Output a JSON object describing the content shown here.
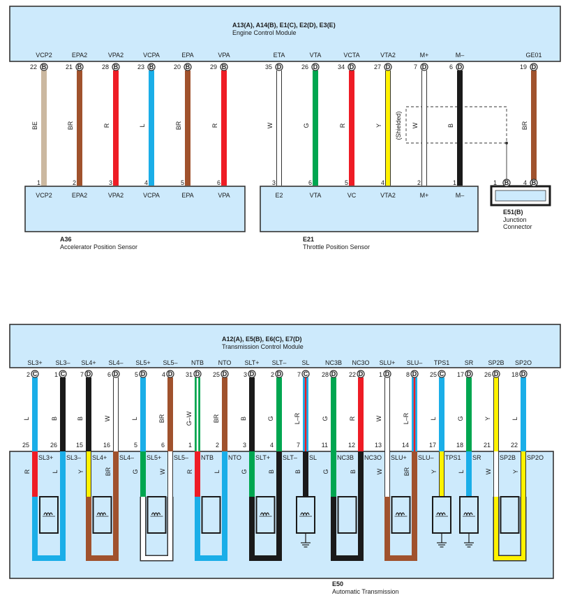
{
  "colors": {
    "BE": "#cbb8a0",
    "BR": "#a0522d",
    "R": "#ee1c25",
    "L": "#1aaee8",
    "W": "#ffffff",
    "G": "#00a650",
    "Y": "#fff200",
    "B": "#1a1a1a",
    "box": "#cdeafc"
  },
  "ecm": {
    "codes": "A13(A), A14(B), E1(C), E2(D), E3(E)",
    "name": "Engine Control Module"
  },
  "tcm": {
    "codes": "A12(A), E5(B), E6(C), E7(D)",
    "name": "Transmission Control Module"
  },
  "a36": {
    "code": "A36",
    "name": "Accelerator Position Sensor"
  },
  "e21": {
    "code": "E21",
    "name": "Throttle Position Sensor"
  },
  "e51": {
    "code": "E51(B)",
    "name_line1": "Junction",
    "name_line2": "Connector"
  },
  "e50": {
    "code": "E50",
    "name": "Automatic Transmission"
  },
  "shielded_label": "(Shielded)",
  "top_wires": [
    {
      "id": "vcp2",
      "top_label": "VCP2",
      "top_pin": "22",
      "top_conn": "B",
      "color": "BE",
      "bottom_pin": "1",
      "bottom_label": "VCP2"
    },
    {
      "id": "epa2",
      "top_label": "EPA2",
      "top_pin": "21",
      "top_conn": "B",
      "color": "BR",
      "bottom_pin": "2",
      "bottom_label": "EPA2"
    },
    {
      "id": "vpa2",
      "top_label": "VPA2",
      "top_pin": "28",
      "top_conn": "B",
      "color": "R",
      "bottom_pin": "3",
      "bottom_label": "VPA2"
    },
    {
      "id": "vcpa",
      "top_label": "VCPA",
      "top_pin": "23",
      "top_conn": "B",
      "color": "L",
      "bottom_pin": "4",
      "bottom_label": "VCPA"
    },
    {
      "id": "epa",
      "top_label": "EPA",
      "top_pin": "20",
      "top_conn": "B",
      "color": "BR",
      "bottom_pin": "5",
      "bottom_label": "EPA"
    },
    {
      "id": "vpa",
      "top_label": "VPA",
      "top_pin": "29",
      "top_conn": "B",
      "color": "R",
      "bottom_pin": "6",
      "bottom_label": "VPA"
    },
    {
      "id": "eta",
      "top_label": "ETA",
      "top_pin": "35",
      "top_conn": "D",
      "color": "W",
      "bottom_pin": "3",
      "bottom_label": "E2"
    },
    {
      "id": "vta",
      "top_label": "VTA",
      "top_pin": "26",
      "top_conn": "D",
      "color": "G",
      "bottom_pin": "6",
      "bottom_label": "VTA"
    },
    {
      "id": "vcta",
      "top_label": "VCTA",
      "top_pin": "34",
      "top_conn": "D",
      "color": "R",
      "bottom_pin": "5",
      "bottom_label": "VC"
    },
    {
      "id": "vta2",
      "top_label": "VTA2",
      "top_pin": "27",
      "top_conn": "D",
      "color": "Y",
      "bottom_pin": "4",
      "bottom_label": "VTA2"
    },
    {
      "id": "mplus",
      "top_label": "M+",
      "top_pin": "7",
      "top_conn": "D",
      "color": "W",
      "bottom_pin": "2",
      "bottom_label": "M+"
    },
    {
      "id": "mminus",
      "top_label": "M–",
      "top_pin": "6",
      "top_conn": "D",
      "color": "B",
      "bottom_pin": "1",
      "bottom_label": "M–"
    },
    {
      "id": "ge01",
      "top_label": "GE01",
      "top_pin": "19",
      "top_conn": "D",
      "color": "BR",
      "bottom_pin": "4",
      "bottom_label": ""
    }
  ],
  "junction_pin": {
    "pin": "1",
    "conn": "B"
  },
  "junction_pin2_conn": "B",
  "bottom_wires": [
    {
      "id": "sl3p",
      "tcm_label": "SL3+",
      "tcm_pin": "2",
      "tcm_conn": "C",
      "color": "L",
      "e50_pin": "25",
      "e50_label": "SL3+",
      "sol_color": "R"
    },
    {
      "id": "sl3m",
      "tcm_label": "SL3–",
      "tcm_pin": "1",
      "tcm_conn": "C",
      "color": "B",
      "e50_pin": "26",
      "e50_label": "SL3–",
      "sol_color": "L"
    },
    {
      "id": "sl4p",
      "tcm_label": "SL4+",
      "tcm_pin": "7",
      "tcm_conn": "D",
      "color": "B",
      "e50_pin": "15",
      "e50_label": "SL4+",
      "sol_color": "Y"
    },
    {
      "id": "sl4m",
      "tcm_label": "SL4–",
      "tcm_pin": "6",
      "tcm_conn": "D",
      "color": "W",
      "e50_pin": "16",
      "e50_label": "SL4–",
      "sol_color": "BR"
    },
    {
      "id": "sl5p",
      "tcm_label": "SL5+",
      "tcm_pin": "5",
      "tcm_conn": "D",
      "color": "L",
      "e50_pin": "5",
      "e50_label": "SL5+",
      "sol_color": "G"
    },
    {
      "id": "sl5m",
      "tcm_label": "SL5–",
      "tcm_pin": "4",
      "tcm_conn": "D",
      "color": "BR",
      "e50_pin": "6",
      "e50_label": "SL5–",
      "sol_color": "W"
    },
    {
      "id": "ntb",
      "tcm_label": "NTB",
      "tcm_pin": "31",
      "tcm_conn": "D",
      "color": "G–W",
      "e50_pin": "1",
      "e50_label": "NTB",
      "sol_color": "R"
    },
    {
      "id": "nto",
      "tcm_label": "NTO",
      "tcm_pin": "25",
      "tcm_conn": "D",
      "color": "BR",
      "e50_pin": "2",
      "e50_label": "NTO",
      "sol_color": "L"
    },
    {
      "id": "sltp",
      "tcm_label": "SLT+",
      "tcm_pin": "3",
      "tcm_conn": "D",
      "color": "B",
      "e50_pin": "3",
      "e50_label": "SLT+",
      "sol_color": "G"
    },
    {
      "id": "sltm",
      "tcm_label": "SLT–",
      "tcm_pin": "2",
      "tcm_conn": "D",
      "color": "G",
      "e50_pin": "4",
      "e50_label": "SLT–",
      "sol_color": "B"
    },
    {
      "id": "sl",
      "tcm_label": "SL",
      "tcm_pin": "7",
      "tcm_conn": "C",
      "color": "L–R",
      "e50_pin": "7",
      "e50_label": "SL",
      "sol_color": "B"
    },
    {
      "id": "nc3b",
      "tcm_label": "NC3B",
      "tcm_pin": "28",
      "tcm_conn": "D",
      "color": "G",
      "e50_pin": "11",
      "e50_label": "NC3B",
      "sol_color": "G"
    },
    {
      "id": "nc3o",
      "tcm_label": "NC3O",
      "tcm_pin": "22",
      "tcm_conn": "D",
      "color": "R",
      "e50_pin": "12",
      "e50_label": "NC3O",
      "sol_color": "B"
    },
    {
      "id": "slup",
      "tcm_label": "SLU+",
      "tcm_pin": "1",
      "tcm_conn": "D",
      "color": "W",
      "e50_pin": "13",
      "e50_label": "SLU+",
      "sol_color": "W"
    },
    {
      "id": "slum",
      "tcm_label": "SLU–",
      "tcm_pin": "8",
      "tcm_conn": "D",
      "color": "L–R",
      "e50_pin": "14",
      "e50_label": "SLU–",
      "sol_color": "BR"
    },
    {
      "id": "tps1",
      "tcm_label": "TPS1",
      "tcm_pin": "25",
      "tcm_conn": "C",
      "color": "L",
      "e50_pin": "17",
      "e50_label": "TPS1",
      "sol_color": "Y"
    },
    {
      "id": "sr",
      "tcm_label": "SR",
      "tcm_pin": "17",
      "tcm_conn": "D",
      "color": "G",
      "e50_pin": "18",
      "e50_label": "SR",
      "sol_color": "L"
    },
    {
      "id": "sp2b",
      "tcm_label": "SP2B",
      "tcm_pin": "26",
      "tcm_conn": "D",
      "color": "Y",
      "e50_pin": "21",
      "e50_label": "SP2B",
      "sol_color": "W"
    },
    {
      "id": "sp2o",
      "tcm_label": "SP2O",
      "tcm_pin": "18",
      "tcm_conn": "D",
      "color": "L",
      "e50_pin": "22",
      "e50_label": "SP2O",
      "sol_color": "Y"
    }
  ],
  "loops": [
    {
      "from": "sl3p",
      "to": "sl3m",
      "color": "L"
    },
    {
      "from": "sl4p",
      "to": "sl4m",
      "color": "BR"
    },
    {
      "from": "sl5p",
      "to": "sl5m",
      "color": "W"
    },
    {
      "from": "ntb",
      "to": "nto",
      "color": "L"
    },
    {
      "from": "sltp",
      "to": "sltm",
      "color": "B"
    },
    {
      "from": "nc3b",
      "to": "nc3o",
      "color": "B"
    },
    {
      "from": "slup",
      "to": "slum",
      "color": "BR"
    },
    {
      "from": "sp2b",
      "to": "sp2o",
      "color": "Y"
    }
  ],
  "components": [
    {
      "id": "sl3",
      "kind": "coil",
      "left": "sl3p"
    },
    {
      "id": "sl4",
      "kind": "coil",
      "left": "sl4p"
    },
    {
      "id": "sl5",
      "kind": "coil",
      "left": "sl5p"
    },
    {
      "id": "ntsensor",
      "kind": "block",
      "left": "ntb"
    },
    {
      "id": "slt",
      "kind": "coil",
      "left": "sltp"
    },
    {
      "id": "slsol",
      "kind": "coil",
      "single": "sl",
      "ground": true
    },
    {
      "id": "nc3",
      "kind": "block",
      "left": "nc3b"
    },
    {
      "id": "slu",
      "kind": "coil",
      "left": "slup"
    },
    {
      "id": "tps",
      "kind": "coil",
      "single": "tps1",
      "ground": true
    },
    {
      "id": "srsol",
      "kind": "coil",
      "single": "sr",
      "ground": true
    },
    {
      "id": "spsensor",
      "kind": "block",
      "left": "sp2b"
    }
  ]
}
